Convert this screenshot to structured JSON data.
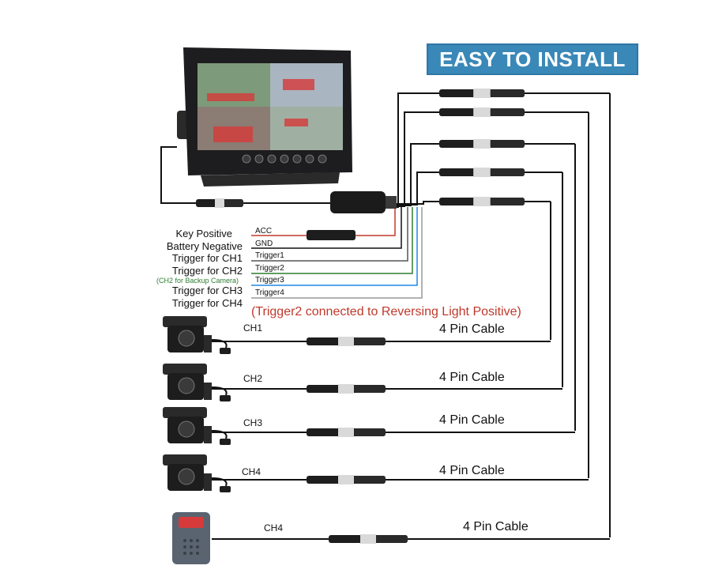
{
  "banner": {
    "title": "EASY TO INSTALL"
  },
  "harness": {
    "wire_colors": {
      "acc": "#c0392b",
      "gnd": "#111111",
      "trigger1": "#555555",
      "trigger2": "#2e7d32",
      "trigger3": "#1e88e5",
      "trigger4": "#999999"
    },
    "wires": [
      {
        "left_label": "Key Positive",
        "wire_label": "ACC"
      },
      {
        "left_label": "Battery Negative",
        "wire_label": "GND"
      },
      {
        "left_label": "Trigger for CH1",
        "wire_label": "Trigger1"
      },
      {
        "left_label": "Trigger for CH2",
        "wire_label": "Trigger2"
      },
      {
        "left_label": "Trigger for CH3",
        "wire_label": "Trigger3"
      },
      {
        "left_label": "Trigger for CH4",
        "wire_label": ""
      }
    ],
    "extra_wire_label": "Trigger4",
    "backup_note": "(CH2 for Backup Camera)",
    "reversing_note": "(Trigger2 connected to Reversing Light Positive)"
  },
  "cameras": [
    {
      "channel": "CH1",
      "cable": "4 Pin Cable"
    },
    {
      "channel": "CH2",
      "cable": "4 Pin Cable"
    },
    {
      "channel": "CH3",
      "cable": "4 Pin Cable"
    },
    {
      "channel": "CH4",
      "cable": "4 Pin Cable"
    },
    {
      "channel": "CH4",
      "cable": "4 Pin Cable"
    }
  ],
  "accent": {
    "screen_red": "#d63a3a",
    "monitor_body": "#1d1d1f",
    "connector": "#2a2a2a",
    "device": "#5a6470"
  }
}
